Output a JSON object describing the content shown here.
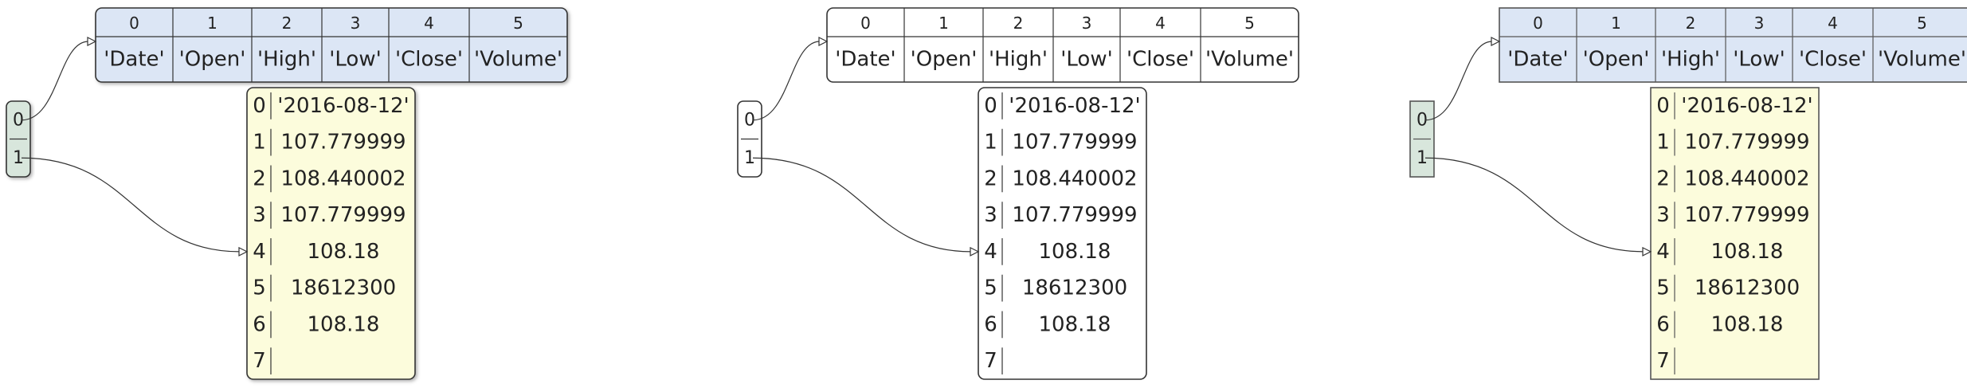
{
  "diagrams": [
    {
      "style": "shaded-shadow",
      "colors": {
        "header_fill": "#dce6f5",
        "list_fill": "#fcfcdc",
        "root_fill": "#d8e6dc",
        "stroke": "#333333"
      },
      "root": {
        "indices": [
          "0",
          "1"
        ]
      },
      "header_list": {
        "indices": [
          "0",
          "1",
          "2",
          "3",
          "4",
          "5"
        ],
        "values": [
          "'Date'",
          "'Open'",
          "'High'",
          "'Low'",
          "'Close'",
          "'Volume'"
        ]
      },
      "row_list": {
        "indices": [
          "0",
          "1",
          "2",
          "3",
          "4",
          "5",
          "6",
          "7"
        ],
        "values": [
          "'2016-08-12'",
          "107.779999",
          "108.440002",
          "107.779999",
          "108.18",
          "18612300",
          "108.18",
          ""
        ]
      }
    },
    {
      "style": "plain-rounded",
      "colors": {
        "header_fill": "#ffffff",
        "list_fill": "#ffffff",
        "root_fill": "#ffffff",
        "stroke": "#333333"
      },
      "root": {
        "indices": [
          "0",
          "1"
        ]
      },
      "header_list": {
        "indices": [
          "0",
          "1",
          "2",
          "3",
          "4",
          "5"
        ],
        "values": [
          "'Date'",
          "'Open'",
          "'High'",
          "'Low'",
          "'Close'",
          "'Volume'"
        ]
      },
      "row_list": {
        "indices": [
          "0",
          "1",
          "2",
          "3",
          "4",
          "5",
          "6",
          "7"
        ],
        "values": [
          "'2016-08-12'",
          "107.779999",
          "108.440002",
          "107.779999",
          "108.18",
          "18612300",
          "108.18",
          ""
        ]
      }
    },
    {
      "style": "shaded-square",
      "colors": {
        "header_fill": "#dce6f5",
        "list_fill": "#fcfcdc",
        "root_fill": "#d8e6dc",
        "stroke": "#555555"
      },
      "root": {
        "indices": [
          "0",
          "1"
        ]
      },
      "header_list": {
        "indices": [
          "0",
          "1",
          "2",
          "3",
          "4",
          "5"
        ],
        "values": [
          "'Date'",
          "'Open'",
          "'High'",
          "'Low'",
          "'Close'",
          "'Volume'"
        ]
      },
      "row_list": {
        "indices": [
          "0",
          "1",
          "2",
          "3",
          "4",
          "5",
          "6",
          "7"
        ],
        "values": [
          "'2016-08-12'",
          "107.779999",
          "108.440002",
          "107.779999",
          "108.18",
          "18612300",
          "108.18",
          ""
        ]
      }
    }
  ]
}
